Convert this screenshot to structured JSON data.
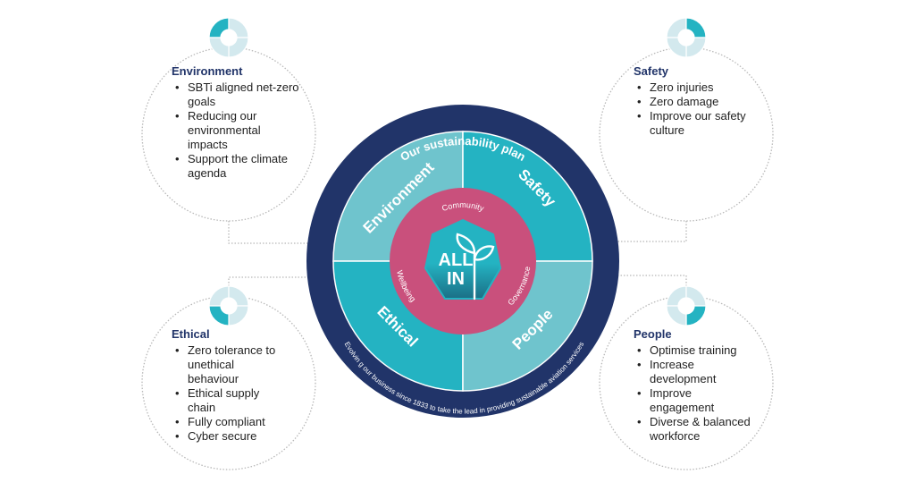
{
  "title": "Our sustainability plan",
  "tagline": "Evolvin  g our business since 1833 to take the lead in providing sustainable aviation services",
  "logo": {
    "line1": "ALL",
    "line2": "IN",
    "icon": "sprout-icon"
  },
  "inner_ring": [
    "Community",
    "Governance",
    "Wellbeing"
  ],
  "colors": {
    "navy": "#213469",
    "teal_dark": "#24b3c2",
    "teal_light": "#6fc4cd",
    "pink": "#c9507c",
    "icon_light": "#d3e9ee",
    "dotted": "#b8b8b8"
  },
  "quadrants": [
    {
      "label": "Environment",
      "position": "top-left"
    },
    {
      "label": "Safety",
      "position": "top-right"
    },
    {
      "label": "Ethical",
      "position": "bottom-left"
    },
    {
      "label": "People",
      "position": "bottom-right"
    }
  ],
  "panels": [
    {
      "id": "environment",
      "title": "Environment",
      "items": [
        "SBTi aligned net-zero goals",
        "Reducing our environmental impacts",
        "Support the climate agenda"
      ],
      "highlight": "top-left"
    },
    {
      "id": "safety",
      "title": "Safety",
      "items": [
        "Zero injuries",
        "Zero damage",
        "Improve our safety culture"
      ],
      "highlight": "top-right"
    },
    {
      "id": "ethical",
      "title": "Ethical",
      "items": [
        "Zero tolerance to unethical behaviour",
        "Ethical supply chain",
        "Fully compliant",
        "Cyber secure"
      ],
      "highlight": "bottom-left"
    },
    {
      "id": "people",
      "title": "People",
      "items": [
        "Optimise training",
        "Increase development",
        "Improve engagement",
        "Diverse & balanced workforce"
      ],
      "highlight": "bottom-right"
    }
  ]
}
